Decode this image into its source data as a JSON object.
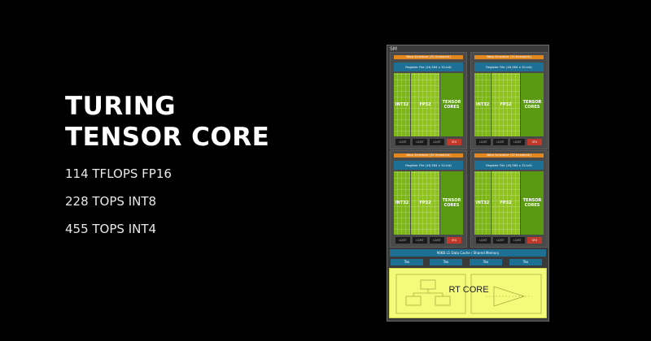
{
  "title": {
    "line1": "TURING",
    "line2": "TENSOR CORE"
  },
  "specs": [
    "114 TFLOPS FP16",
    "228 TOPS INT8",
    "455 TOPS INT4"
  ],
  "sm": {
    "label": "SM",
    "quadrant": {
      "warp_scheduler": "Warp Scheduler (32 thread/clk)",
      "register_file": "Register File (16,384 x 32-bit)",
      "int_label": "INT32",
      "fp_label": "FP32",
      "tensor_label_1": "TENSOR",
      "tensor_label_2": "CORES",
      "units": [
        "LD/ST",
        "LD/ST",
        "LD/ST",
        "SFU"
      ]
    },
    "l1_cache": "96KB L1 Data Cache / Shared Memory",
    "tex_units": [
      "Tex",
      "Tex",
      "Tex",
      "Tex"
    ],
    "rt_core": "RT CORE"
  },
  "colors": {
    "background": "#000000",
    "warp_bar": "#e2861e",
    "register_bar": "#1d6f93",
    "core_green": "#8dc21f",
    "rt_yellow": "#f4fb7b",
    "sfu_red": "#c0392b"
  }
}
